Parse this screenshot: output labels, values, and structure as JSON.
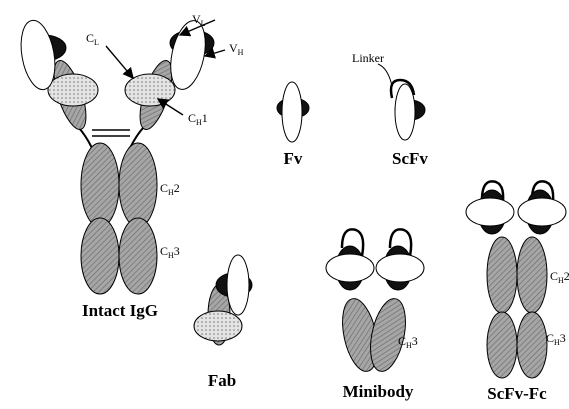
{
  "formats": {
    "intact_igg": "Intact IgG",
    "fv": "Fv",
    "scfv": "ScFv",
    "fab": "Fab",
    "minibody": "Minibody",
    "scfv_fc": "ScFv-Fc"
  },
  "domain_labels": {
    "vl_main": "V",
    "vl_sub": "L",
    "vh_main": "V",
    "vh_sub": "H",
    "cl_main": "C",
    "cl_sub": "L",
    "ch1_main": "C",
    "ch1_sub": "H",
    "ch1_suffix": "1",
    "ch2_main": "C",
    "ch2_sub": "H",
    "ch2_suffix": "2",
    "ch3_main": "C",
    "ch3_sub": "H",
    "ch3_suffix": "3",
    "linker": "Linker"
  },
  "colors": {
    "black_domain": "#111111",
    "white_domain": "#ffffff",
    "hatch_domain": "#9e9e9e",
    "dotted_domain": "#e6e6e6",
    "stroke": "#000000"
  }
}
